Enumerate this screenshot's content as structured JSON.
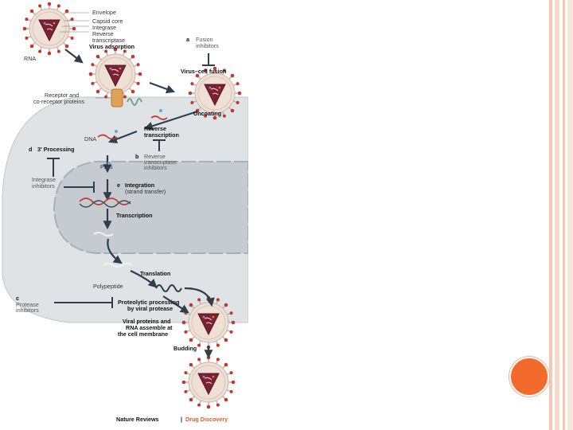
{
  "figure": {
    "legend": {
      "envelope": "Envelope",
      "capsid_core": "Capsid core",
      "integrase": "Integrase",
      "reverse_transcriptase_1": "Reverse",
      "reverse_transcriptase_2": "transcriptase",
      "rna": "RNA"
    },
    "receptor_1": "Receptor and",
    "receptor_2": "co-receptor proteins",
    "steps": {
      "virus_adsorption": "Virus adsorption",
      "virus_cell_fusion": "Virus–cell fusion",
      "uncoating": "Uncoating",
      "reverse_transcription_1": "Reverse",
      "reverse_transcription_2": "transcription",
      "dna": "DNA",
      "three_prime_processing": "3′ Processing",
      "pics": "PICs",
      "integration": "Integration",
      "strand_transfer": "(strand transfer)",
      "transcription": "Transcription",
      "translation": "Translation",
      "polypeptide": "Polypeptide",
      "proteolytic_1": "Proteolytic processing",
      "proteolytic_2": "by viral protease",
      "assemble_1": "Viral proteins and",
      "assemble_2": "RNA assemble at",
      "assemble_3": "the cell membrane",
      "budding": "Budding"
    },
    "drugs": {
      "a_letter": "a",
      "a_1": "Fusion",
      "a_2": "inhibitors",
      "b_letter": "b",
      "b_1": "Reverse",
      "b_2": "transcriptase",
      "b_3": "inhibitors",
      "c_letter": "c",
      "c_1": "Protease",
      "c_2": "inhibitors",
      "d_letter": "d",
      "d_1": "Integrase",
      "d_2": "inhibitors",
      "e_letter": "e"
    },
    "credit_journal": "Nature Reviews",
    "credit_sep": "|",
    "credit_section": "Drug Discovery",
    "colors": {
      "cell": "#dfe3e6",
      "nucleus": "#c5cbd0",
      "virion_envelope": "#efe0d6",
      "capsid": "#7c2032",
      "accent_title": "#e05a2a",
      "orange_dot": "#f26a2c"
    }
  }
}
